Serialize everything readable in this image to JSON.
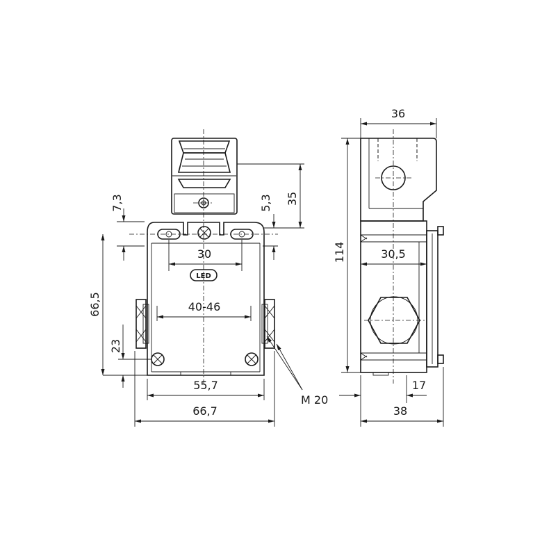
{
  "front_view": {
    "dim_7_3": "7,3",
    "dim_5_3": "5,3",
    "dim_35": "35",
    "dim_30": "30",
    "led_label": "LED",
    "dim_40_46": "40-46",
    "dim_66_5": "66,5",
    "dim_23": "23",
    "dim_55_7": "55,7",
    "dim_66_7": "66,7",
    "thread_label": "M 20"
  },
  "side_view": {
    "dim_36": "36",
    "dim_114": "114",
    "dim_30_5": "30,5",
    "dim_17": "17",
    "dim_38": "38"
  }
}
